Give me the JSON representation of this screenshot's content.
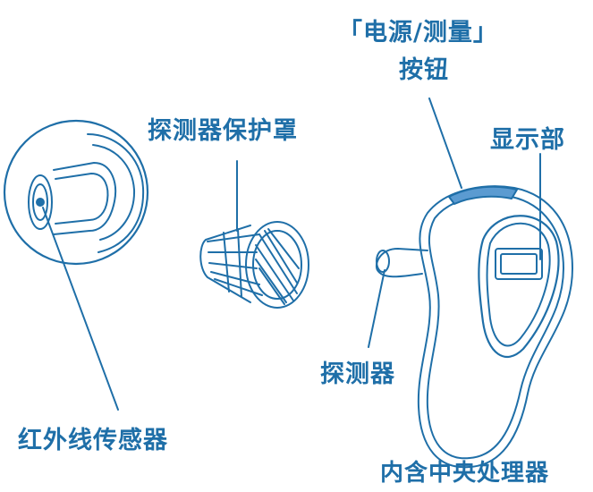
{
  "labels": {
    "power_button_line1": "「电源/测量」",
    "power_button_line2": "按钮",
    "probe_cover": "探测器保护罩",
    "display": "显示部",
    "probe": "探测器",
    "ir_sensor": "红外线传感器",
    "cpu_inside": "内含中央处理器"
  },
  "colors": {
    "line": "#1f6fa8",
    "label": "#1f6fa8",
    "button_fill": "#5b9bd1",
    "background": "#ffffff"
  }
}
